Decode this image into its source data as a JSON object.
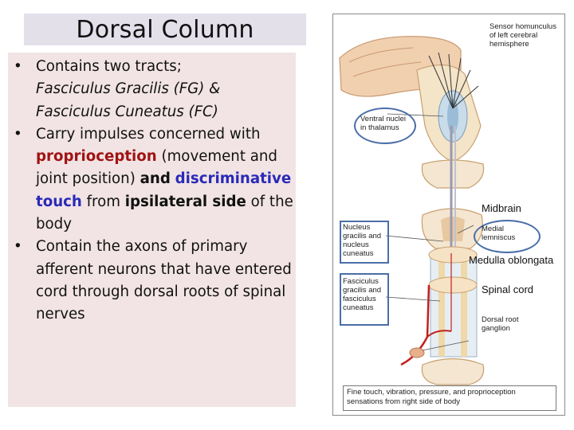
{
  "slide": {
    "title": "Dorsal Column",
    "bullet1": {
      "text": "Contains two tracts;",
      "italic": "Fasciculus Gracilis (FG) & Fasciculus Cuneatus (FC)"
    },
    "bullet2": {
      "a": "Carry impulses concerned with ",
      "proprioception": "proprioception",
      "b": " (movement and joint position) ",
      "and": "and",
      "discriminative": "discriminative touch",
      "c": " from ",
      "ipsilateral": "ipsilateral side",
      "d": " of the body"
    },
    "bullet3": "Contain the axons of primary afferent neurons that have entered cord through dorsal roots of spinal nerves"
  },
  "figure": {
    "label_homunculus": "Sensor homunculus of left cerebral hemisphere",
    "label_thalamus": "Ventral nuclei in thalamus",
    "label_midbrain": "Midbrain",
    "label_medial": "Medial lemniscus",
    "label_nucleus": "Nucleus gracilis and nucleus cuneatus",
    "label_medulla": "Medulla oblongata",
    "label_spinal": "Spinal cord",
    "label_fasciculus": "Fasciculus gracilis and fasciculus cuneatus",
    "label_drg": "Dorsal root ganglion",
    "caption": "Fine touch, vibration, pressure, and proprioception sensations from right side of body"
  }
}
